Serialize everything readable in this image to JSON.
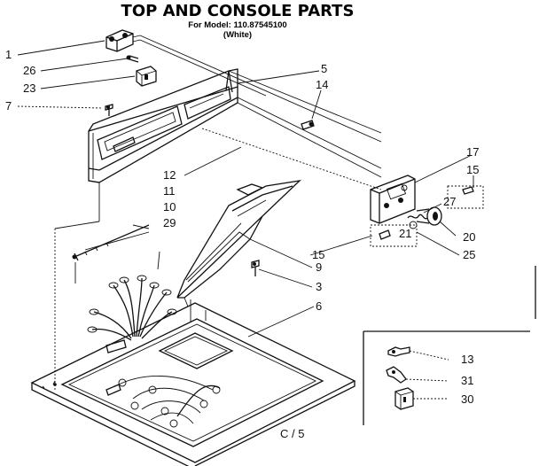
{
  "header": {
    "title": "TOP AND CONSOLE PARTS",
    "model_line": "For Model: 110.87545100",
    "color_line": "(White)"
  },
  "callouts": [
    "1",
    "26",
    "23",
    "7",
    "5",
    "14",
    "12",
    "11",
    "10",
    "29",
    "17",
    "15",
    "27",
    "21",
    "20",
    "25",
    "15",
    "9",
    "3",
    "6",
    "13",
    "31",
    "30"
  ],
  "footer": {
    "page_mark": "C / 5"
  }
}
